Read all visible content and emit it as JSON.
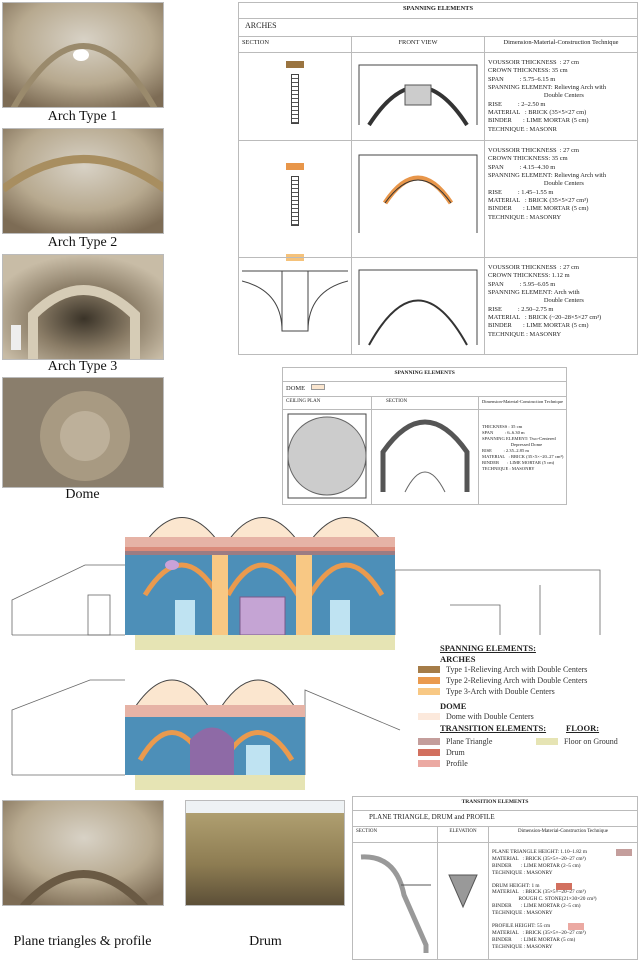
{
  "photos": [
    {
      "caption": "Arch Type 1"
    },
    {
      "caption": "Arch Type 2"
    },
    {
      "caption": "Arch Type 3"
    },
    {
      "caption": "Dome"
    },
    {
      "caption": "Plane triangles & profile"
    },
    {
      "caption": "Drum"
    }
  ],
  "arches_table": {
    "title": "SPANNING ELEMENTS",
    "subtitle": "ARCHES",
    "headers": [
      "SECTION",
      "FRONT VIEW",
      "Dimension-Material-Construction Technique"
    ],
    "rows": [
      {
        "spec": "VOUSSOIR THICKNESS  : 27 cm\nCROWN THICKNESS: 35 cm\nSPAN          : 5.75–6.15 m\nSPANNING ELEMENT: Relieving Arch with\n                                   Double Centers\nRISE          : 2–2.50 m\nMATERIAL   : BRICK (35×5×27 cm)\nBINDER       : LIME MORTAR (5 cm)\nTECHNIQUE : MASONR",
        "color": "#9a7440"
      },
      {
        "spec": "VOUSSOIR THICKNESS  : 27 cm\nCROWN THICKNESS: 35 cm\nSPAN          : 4.15–4.30 m\nSPANNING ELEMENT: Relieving Arch with\n                                   Double Centers\nRISE          : 1.45–1.55 m\nMATERIAL   : BRICK (35×5×27 cm³)\nBINDER       : LIME MORTAR (5 cm)\nTECHNIQUE : MASONRY",
        "color": "#e8964a"
      },
      {
        "spec": "VOUSSOIR THICKNESS  : 27 cm\nCROWN THICKNESS: 1.12 m\nSPAN          : 5.95–6.05 m\nSPANNING ELEMENT: Arch with\n                                   Double Centers\nRISE          : 2.50–2.75 m\nMATERIAL   : BRICK (~20–28×5×27 cm³)\nBINDER       : LIME MORTAR (5 cm)\nTECHNIQUE : MASONRY",
        "color": "#f5c27a"
      }
    ]
  },
  "dome_table": {
    "title": "SPANNING ELEMENTS",
    "subtitle": "DOME",
    "headers": [
      "CEILING PLAN",
      "SECTION",
      "Dimension-Material-Construction Technique"
    ],
    "spec": "THICKNESS : 35 cm\nSPAN          : 6–6.30 m\nSPANNING ELEMENT: Two-Centered\n                         Depressed Dome\nRISE          : 2.35–2.85 m\nMATERIAL   : BRICK (35×5×~20–27 cm³)\nBINDER       : LIME MORTAR (5 cm)\nTECHNIQUE : MASONRY",
    "color": "#fbe6cf"
  },
  "legend": {
    "spanning_title": "SPANNING ELEMENTS:",
    "arches_title": "ARCHES",
    "arches": [
      {
        "label": "Type 1-Relieving Arch with Double Centers",
        "color": "#a57c48"
      },
      {
        "label": "Type 2-Relieving Arch with Double Centers",
        "color": "#ea9a4e"
      },
      {
        "label": "Type 3-Arch with Double Centers",
        "color": "#f8c884"
      }
    ],
    "dome_title": "DOME",
    "dome": {
      "label": "Dome with Double Centers",
      "color": "#fce9dc"
    },
    "transition_title": "TRANSITION ELEMENTS:",
    "transition": [
      {
        "label": "Plane Triangle",
        "color": "#c49e9c"
      },
      {
        "label": "Drum",
        "color": "#d2705f"
      },
      {
        "label": "Profile",
        "color": "#eba9a2"
      }
    ],
    "floor_title": "FLOOR:",
    "floor": {
      "label": "Floor on Ground",
      "color": "#e6e4b4"
    }
  },
  "transition_table": {
    "title": "TRANSITION ELEMENTS",
    "subtitle": "PLANE TRIANGLE, DRUM and PROFILE",
    "headers": [
      "SECTION",
      "ELEVATION",
      "Dimension-Material-Construction Technique"
    ],
    "items": [
      {
        "spec": "PLANE TRIANGLE HEIGHT: 1.10–1.82 m\nMATERIAL   : BRICK (35×5×~20–27 cm³)\nBINDER       : LIME MORTAR (2–5 cm)\nTECHNIQUE : MASONRY",
        "color": "#c49e9c"
      },
      {
        "spec": "DRUM HEIGHT: 1 m\nMATERIAL   : BRICK (35×5×~20–27 cm³)\n                    ROUGH C. STONE(21×30×20 cm³)\nBINDER       : LIME MORTAR (2–5 cm)\nTECHNIQUE : MASONRY",
        "color": "#d2705f"
      },
      {
        "spec": "PROFILE HEIGHT: 55 cm\nMATERIAL   : BRICK (35×5×~20–27 cm³)\nBINDER       : LIME MORTAR (5 cm)\nTECHNIQUE : MASONRY",
        "color": "#eba9a2"
      }
    ]
  }
}
